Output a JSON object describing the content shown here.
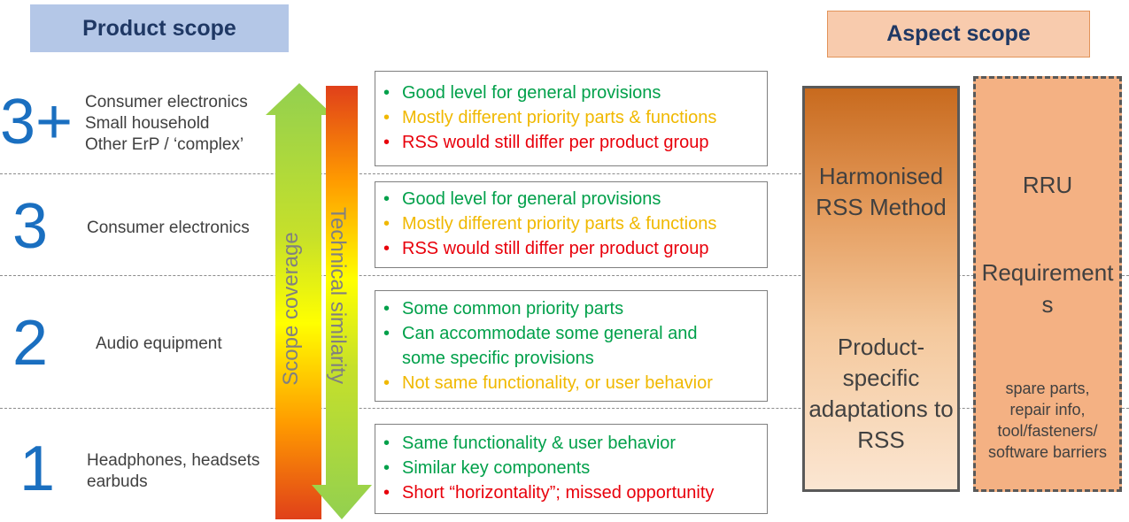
{
  "headers": {
    "product_scope": "Product scope",
    "aspect_scope": "Aspect scope"
  },
  "levels": [
    {
      "number": "3+",
      "labels": [
        "Consumer electronics",
        "Small household",
        "Other ErP / ‘complex’"
      ]
    },
    {
      "number": "3",
      "labels": [
        "Consumer electronics"
      ]
    },
    {
      "number": "2",
      "labels": [
        "Audio equipment"
      ]
    },
    {
      "number": "1",
      "labels": [
        "Headphones, headsets",
        "earbuds"
      ]
    }
  ],
  "arrows": {
    "scope_coverage": "Scope coverage",
    "technical_similarity": "Technical similarity"
  },
  "boxes": [
    {
      "items": [
        {
          "text": "Good level for general provisions",
          "color": "#00a04a"
        },
        {
          "text": "Mostly different priority parts & functions",
          "color": "#f0b800"
        },
        {
          "text": "RSS would still differ per product group",
          "color": "#e8000b"
        }
      ]
    },
    {
      "items": [
        {
          "text": "Good level for general provisions",
          "color": "#00a04a"
        },
        {
          "text": "Mostly different priority parts & functions",
          "color": "#f0b800"
        },
        {
          "text": "RSS would still differ per product group",
          "color": "#e8000b"
        }
      ]
    },
    {
      "items": [
        {
          "text": "Some common priority parts",
          "color": "#00a04a"
        },
        {
          "text": "Can accommodate some general and some specific provisions",
          "color": "#00a04a"
        },
        {
          "text": "Not same functionality, or user behavior",
          "color": "#f0b800"
        }
      ]
    },
    {
      "items": [
        {
          "text": "Same functionality & user behavior",
          "color": "#00a04a"
        },
        {
          "text": "Similar key components",
          "color": "#00a04a"
        },
        {
          "text": "Short “horizontality”; missed opportunity",
          "color": "#e8000b"
        }
      ]
    }
  ],
  "harmonised": {
    "top": "Harmonised RSS Method",
    "bottom": "Product-specific adaptations to RSS"
  },
  "rru": {
    "title": "RRU",
    "requirements": "Requirements",
    "details": "spare parts, repair info, tool/fasteners/ software barriers"
  },
  "colors": {
    "product_header_bg": "#b4c7e7",
    "aspect_header_bg": "#f8cbad",
    "level_number": "#1a6fc0",
    "green": "#00a04a",
    "yellow": "#f0b800",
    "red": "#e8000b"
  }
}
